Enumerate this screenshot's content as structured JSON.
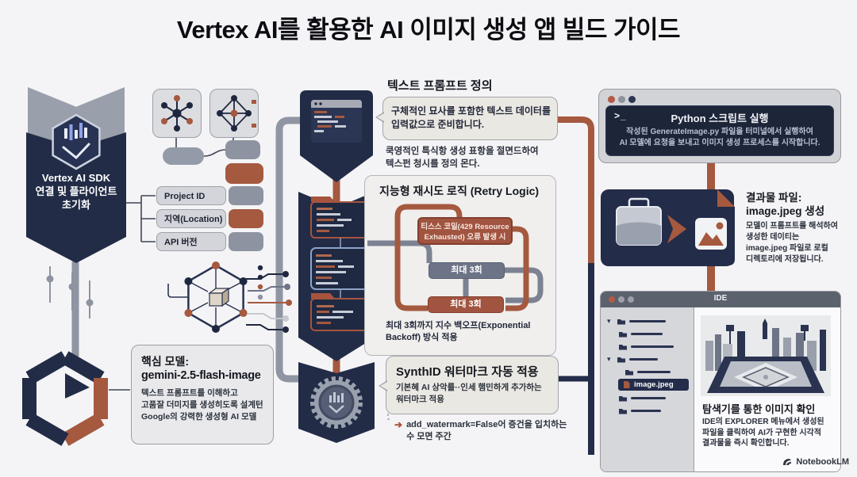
{
  "title": "Vertex AI를 활용한 AI 이미지 생성 앱 빌드 가이드",
  "colors": {
    "navy": "#222c47",
    "rust": "#a5593f",
    "pipe_gray": "#8f95a2",
    "panel_bg": "#f0efed",
    "terminal_bg": "#1d2539",
    "highlight_row": "#232c49"
  },
  "sdk": {
    "line1": "Vertex AI SDK",
    "line2": "연결 및 플라이언트",
    "line3": "초기화"
  },
  "config": {
    "pills": [
      {
        "label": "Project ID",
        "tail": "gray"
      },
      {
        "label": "지역(Location)",
        "tail": "red"
      },
      {
        "label": "API 버전",
        "tail": "gray"
      }
    ]
  },
  "prompt": {
    "title": "텍스트 프롬프트 정의",
    "bubble_line1": "구체적인 묘사를 포함한 텍스트 데이터를",
    "bubble_line2": "입력값으로 준비합니다.",
    "note_line1": "쿡영적인 특식항 생성 표항을 절면드하여",
    "note_line2": "텍스펀 청시를 정의 몬다."
  },
  "retry": {
    "title": "지능형 재시도 로직 (Retry Logic)",
    "error_line1": "티스스 코일(429 Resource",
    "error_line2": "Exhausted) 오류 발생 시",
    "attempt1": "최대 3회",
    "attempt2": "최대 3회",
    "note_line1": "최대 3회까지 지수 백오프(Exponential",
    "note_line2": "Backoff) 방식 적용"
  },
  "synthid": {
    "title": "SynthID 워터마크 자동 적용",
    "body_line1": "기본혜 AI 상악를··인세 햄민하게 추가하는",
    "body_line2": "워터마크 적용",
    "note_arrow": "➔",
    "note_line1": "add_watermark=False어 증건을 입치하는",
    "note_line2": "수 모면 주간"
  },
  "model": {
    "title_line1": "핵심 모델:",
    "title_line2": "gemini-2.5-flash-image",
    "body_line1": "텍스트 프롬프트를 이해하고",
    "body_line2": "고품잘 더미지를 생성히도록 설계턴",
    "body_line3": "Google의 강력한 생성형 AI 모델"
  },
  "terminal": {
    "prompt_icon": ">_",
    "title": "Python 스크립트 실행",
    "body_line1": "작성된 GenerateImage.py 파일을 터미널에서 실행하여",
    "body_line2": "AI 모델에 요청을 보내고 이미지 생성 프로세스를 시작합니다."
  },
  "output": {
    "title_line1": "결과물 파일:",
    "title_line2": "image.jpeg 생성",
    "body_line1": "모델이 프롬프트를 해석하여",
    "body_line2": "생성한 데이티는",
    "body_line3": "image.jpeg 파일로 로컬",
    "body_line4": "디렉토리에 저장됩니다."
  },
  "ide": {
    "window_title": "IDE",
    "file_name": "image.jpeg",
    "section_title": "탐색기를 통한 이미지 확인",
    "body_line1": "IDE의 EXPLORER 메뉴에서 생성된",
    "body_line2": "파일을 클릭하여 AI가 구현한 시각적",
    "body_line3": "결과물을 즉시 확인합니다."
  },
  "footer": {
    "brand": "NotebookLM"
  }
}
